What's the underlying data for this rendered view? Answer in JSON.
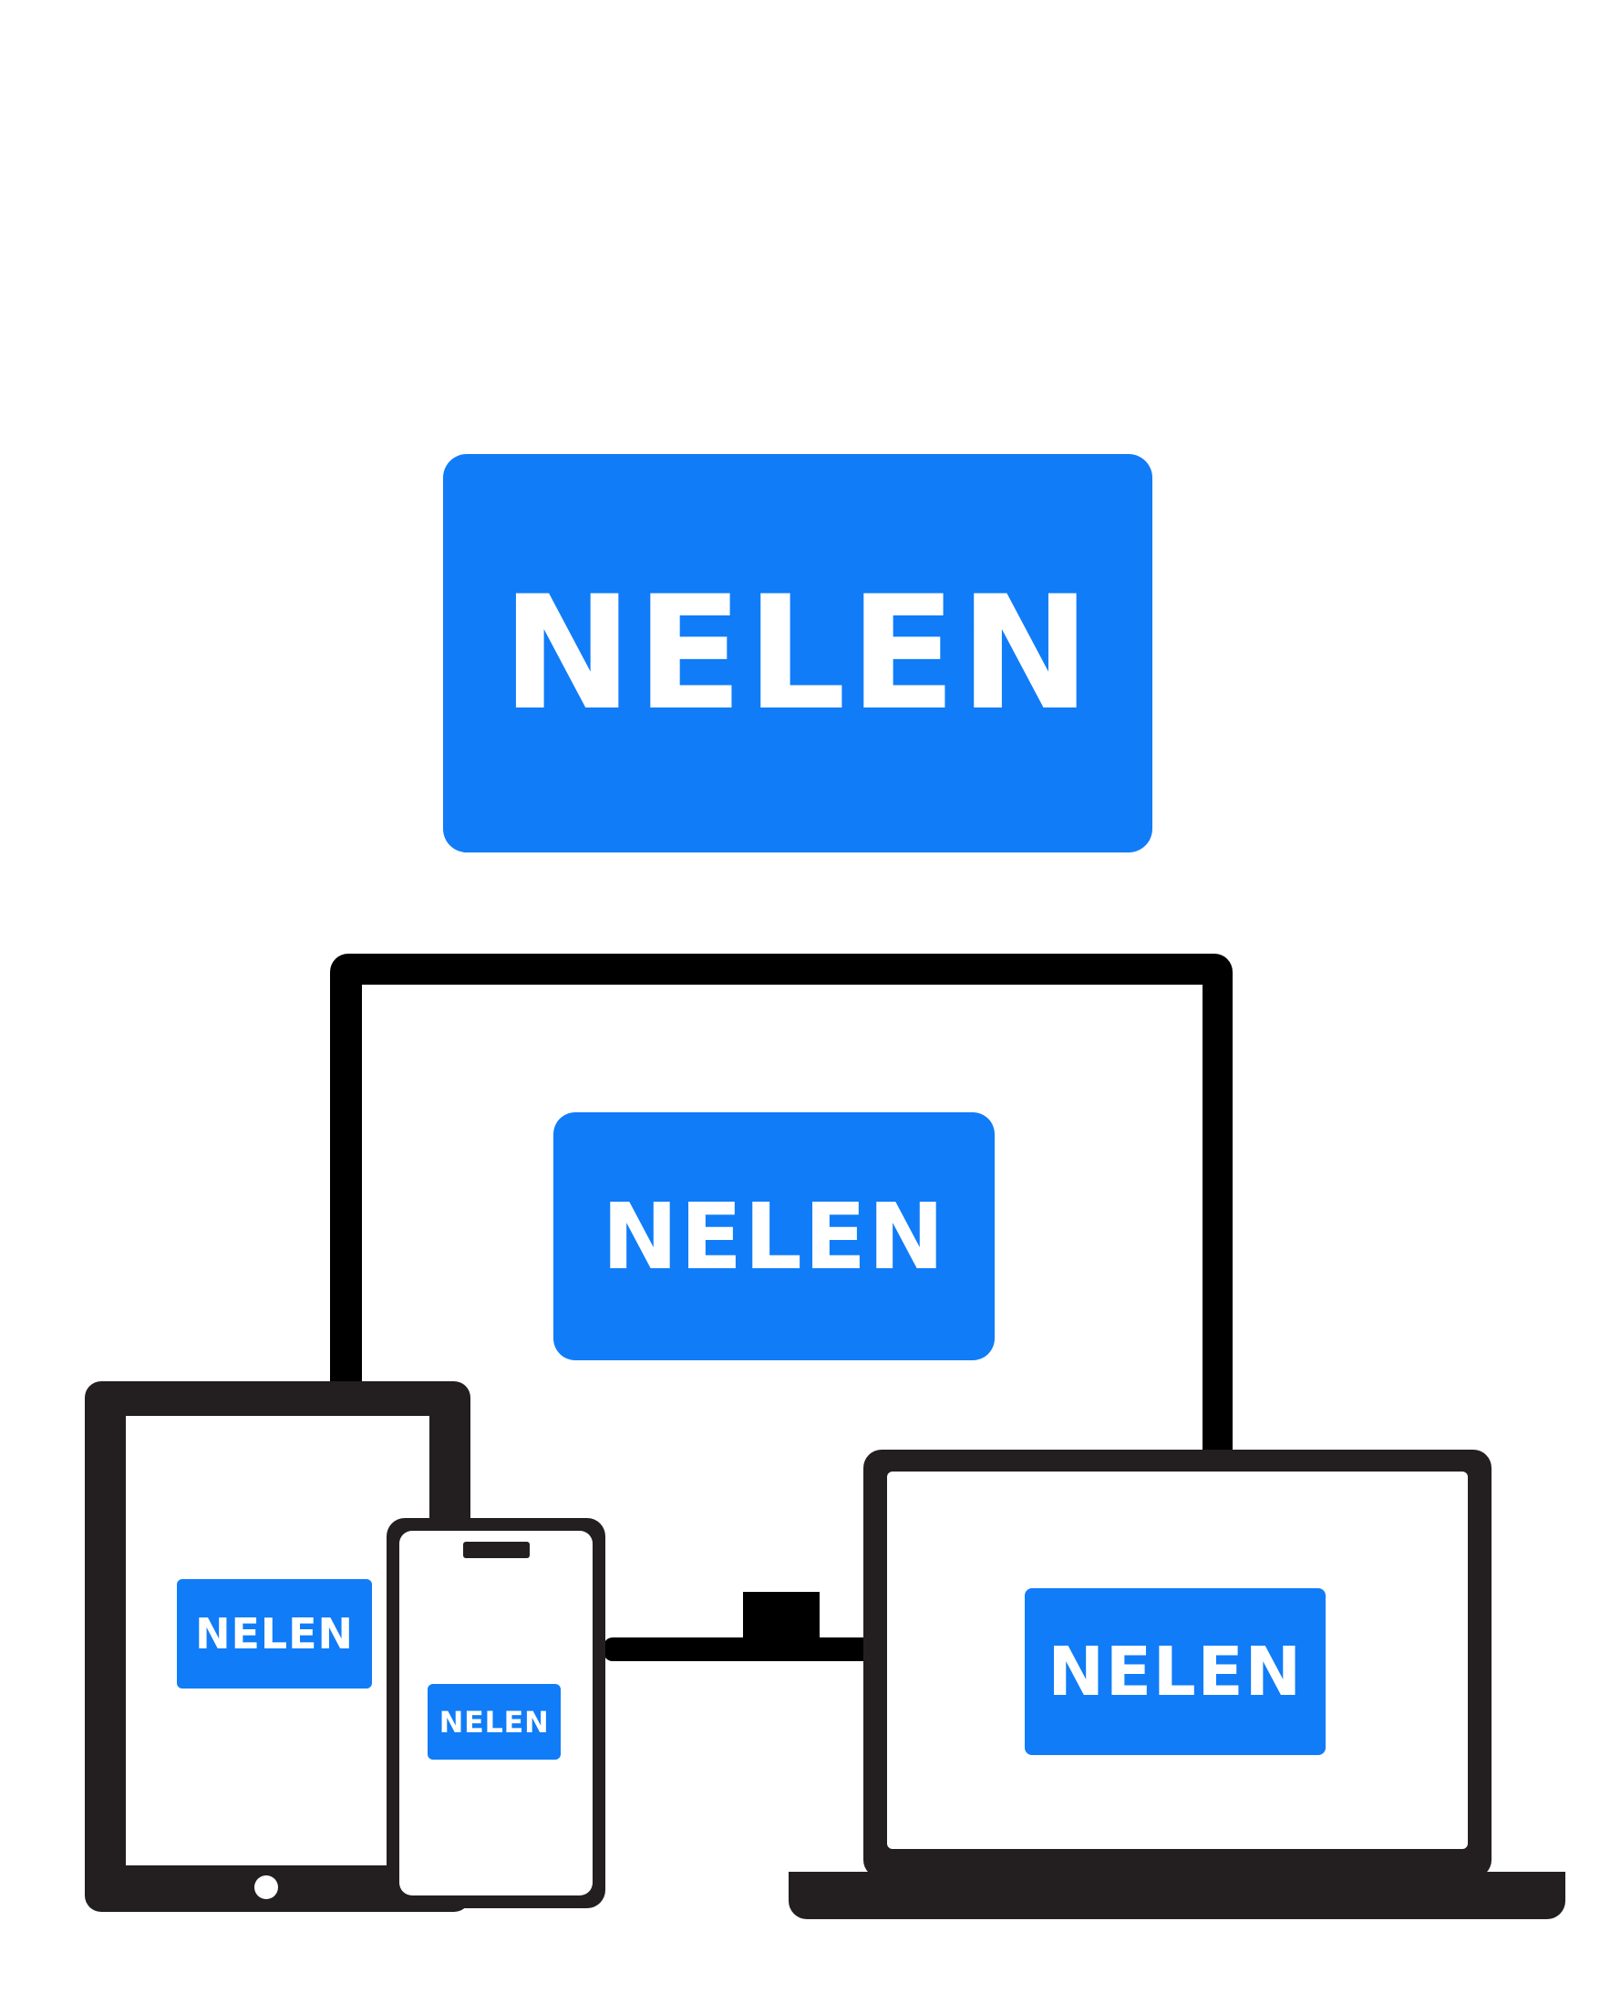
{
  "brand": {
    "name": "NELEN",
    "color": "#107cf8",
    "device_color": "#231f20"
  },
  "devices": [
    {
      "kind": "desktop-monitor",
      "logo_text": "NELEN"
    },
    {
      "kind": "tablet",
      "logo_text": "NELEN"
    },
    {
      "kind": "smartphone",
      "logo_text": "NELEN"
    },
    {
      "kind": "laptop",
      "logo_text": "NELEN"
    }
  ]
}
